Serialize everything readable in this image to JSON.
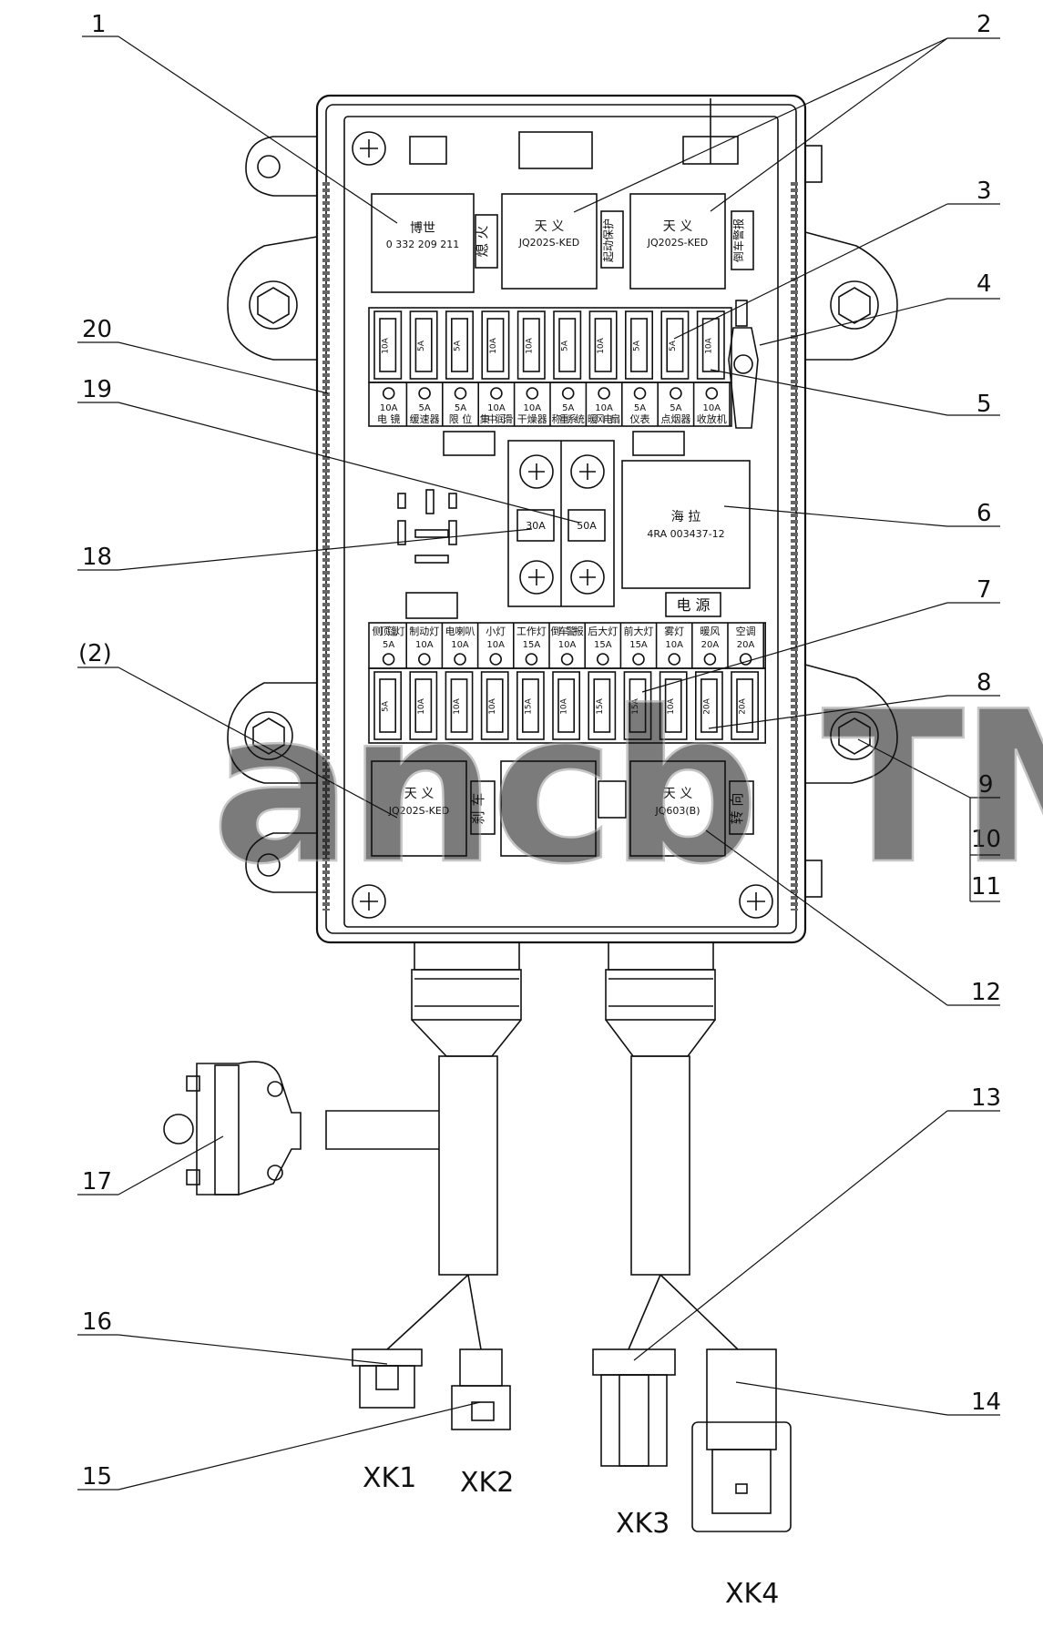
{
  "relays": {
    "r1": {
      "brand": "博世",
      "code": "0 332 209 211"
    },
    "r2": {
      "brand": "天 义",
      "code": "JQ202S-KED"
    },
    "r3": {
      "brand": "天 义",
      "code": "JQ202S-KED"
    },
    "r4": {
      "brand": "海 拉",
      "code": "4RA 003437-12"
    },
    "r5": {
      "brand": "天 义",
      "code": "JQ202S-KED"
    },
    "r6": {
      "brand": "天 义",
      "code": "JQ603(B)"
    }
  },
  "relay_tags": {
    "t1": "熄 火",
    "t2": "起动保护",
    "t3": "倒车警报",
    "t4": "刹 车",
    "t5": "转 向",
    "power": "电 源"
  },
  "top_fuses": [
    {
      "rating": "10A",
      "label": "电 镜"
    },
    {
      "rating": "5A",
      "label": "缓速器"
    },
    {
      "rating": "5A",
      "label": "限 位"
    },
    {
      "rating": "10A",
      "label": "集中润滑"
    },
    {
      "rating": "10A",
      "label": "干燥器"
    },
    {
      "rating": "5A",
      "label": "称重系统"
    },
    {
      "rating": "10A",
      "label": "暖风电扇"
    },
    {
      "rating": "5A",
      "label": "仪表"
    },
    {
      "rating": "5A",
      "label": "点烟器"
    },
    {
      "rating": "10A",
      "label": "收放机"
    }
  ],
  "bottom_fuses": [
    {
      "label": "侧顶篷灯",
      "rating": "5A"
    },
    {
      "label": "制动灯",
      "rating": "10A"
    },
    {
      "label": "电喇叭",
      "rating": "10A"
    },
    {
      "label": "小灯",
      "rating": "10A"
    },
    {
      "label": "工作灯",
      "rating": "15A"
    },
    {
      "label": "倒车警报",
      "rating": "10A"
    },
    {
      "label": "后大灯",
      "rating": "15A"
    },
    {
      "label": "前大灯",
      "rating": "15A"
    },
    {
      "label": "雾灯",
      "rating": "10A"
    },
    {
      "label": "暖风",
      "rating": "20A"
    },
    {
      "label": "空调",
      "rating": "20A"
    }
  ],
  "maxi_fuses": {
    "left": "30A",
    "right": "50A"
  },
  "callouts": [
    "1",
    "2",
    "3",
    "4",
    "5",
    "6",
    "7",
    "8",
    "9",
    "10",
    "11",
    "12",
    "13",
    "14",
    "15",
    "16",
    "17",
    "18",
    "19",
    "20",
    "(2)"
  ],
  "connectors": {
    "xk1": "XK1",
    "xk2": "XK2",
    "xk3": "XK3",
    "xk4": "XK4"
  },
  "watermark": "ancb TM",
  "colors": {
    "ink": "#111111",
    "paper": "#ffffff",
    "watermark": "#bbbbbb"
  }
}
